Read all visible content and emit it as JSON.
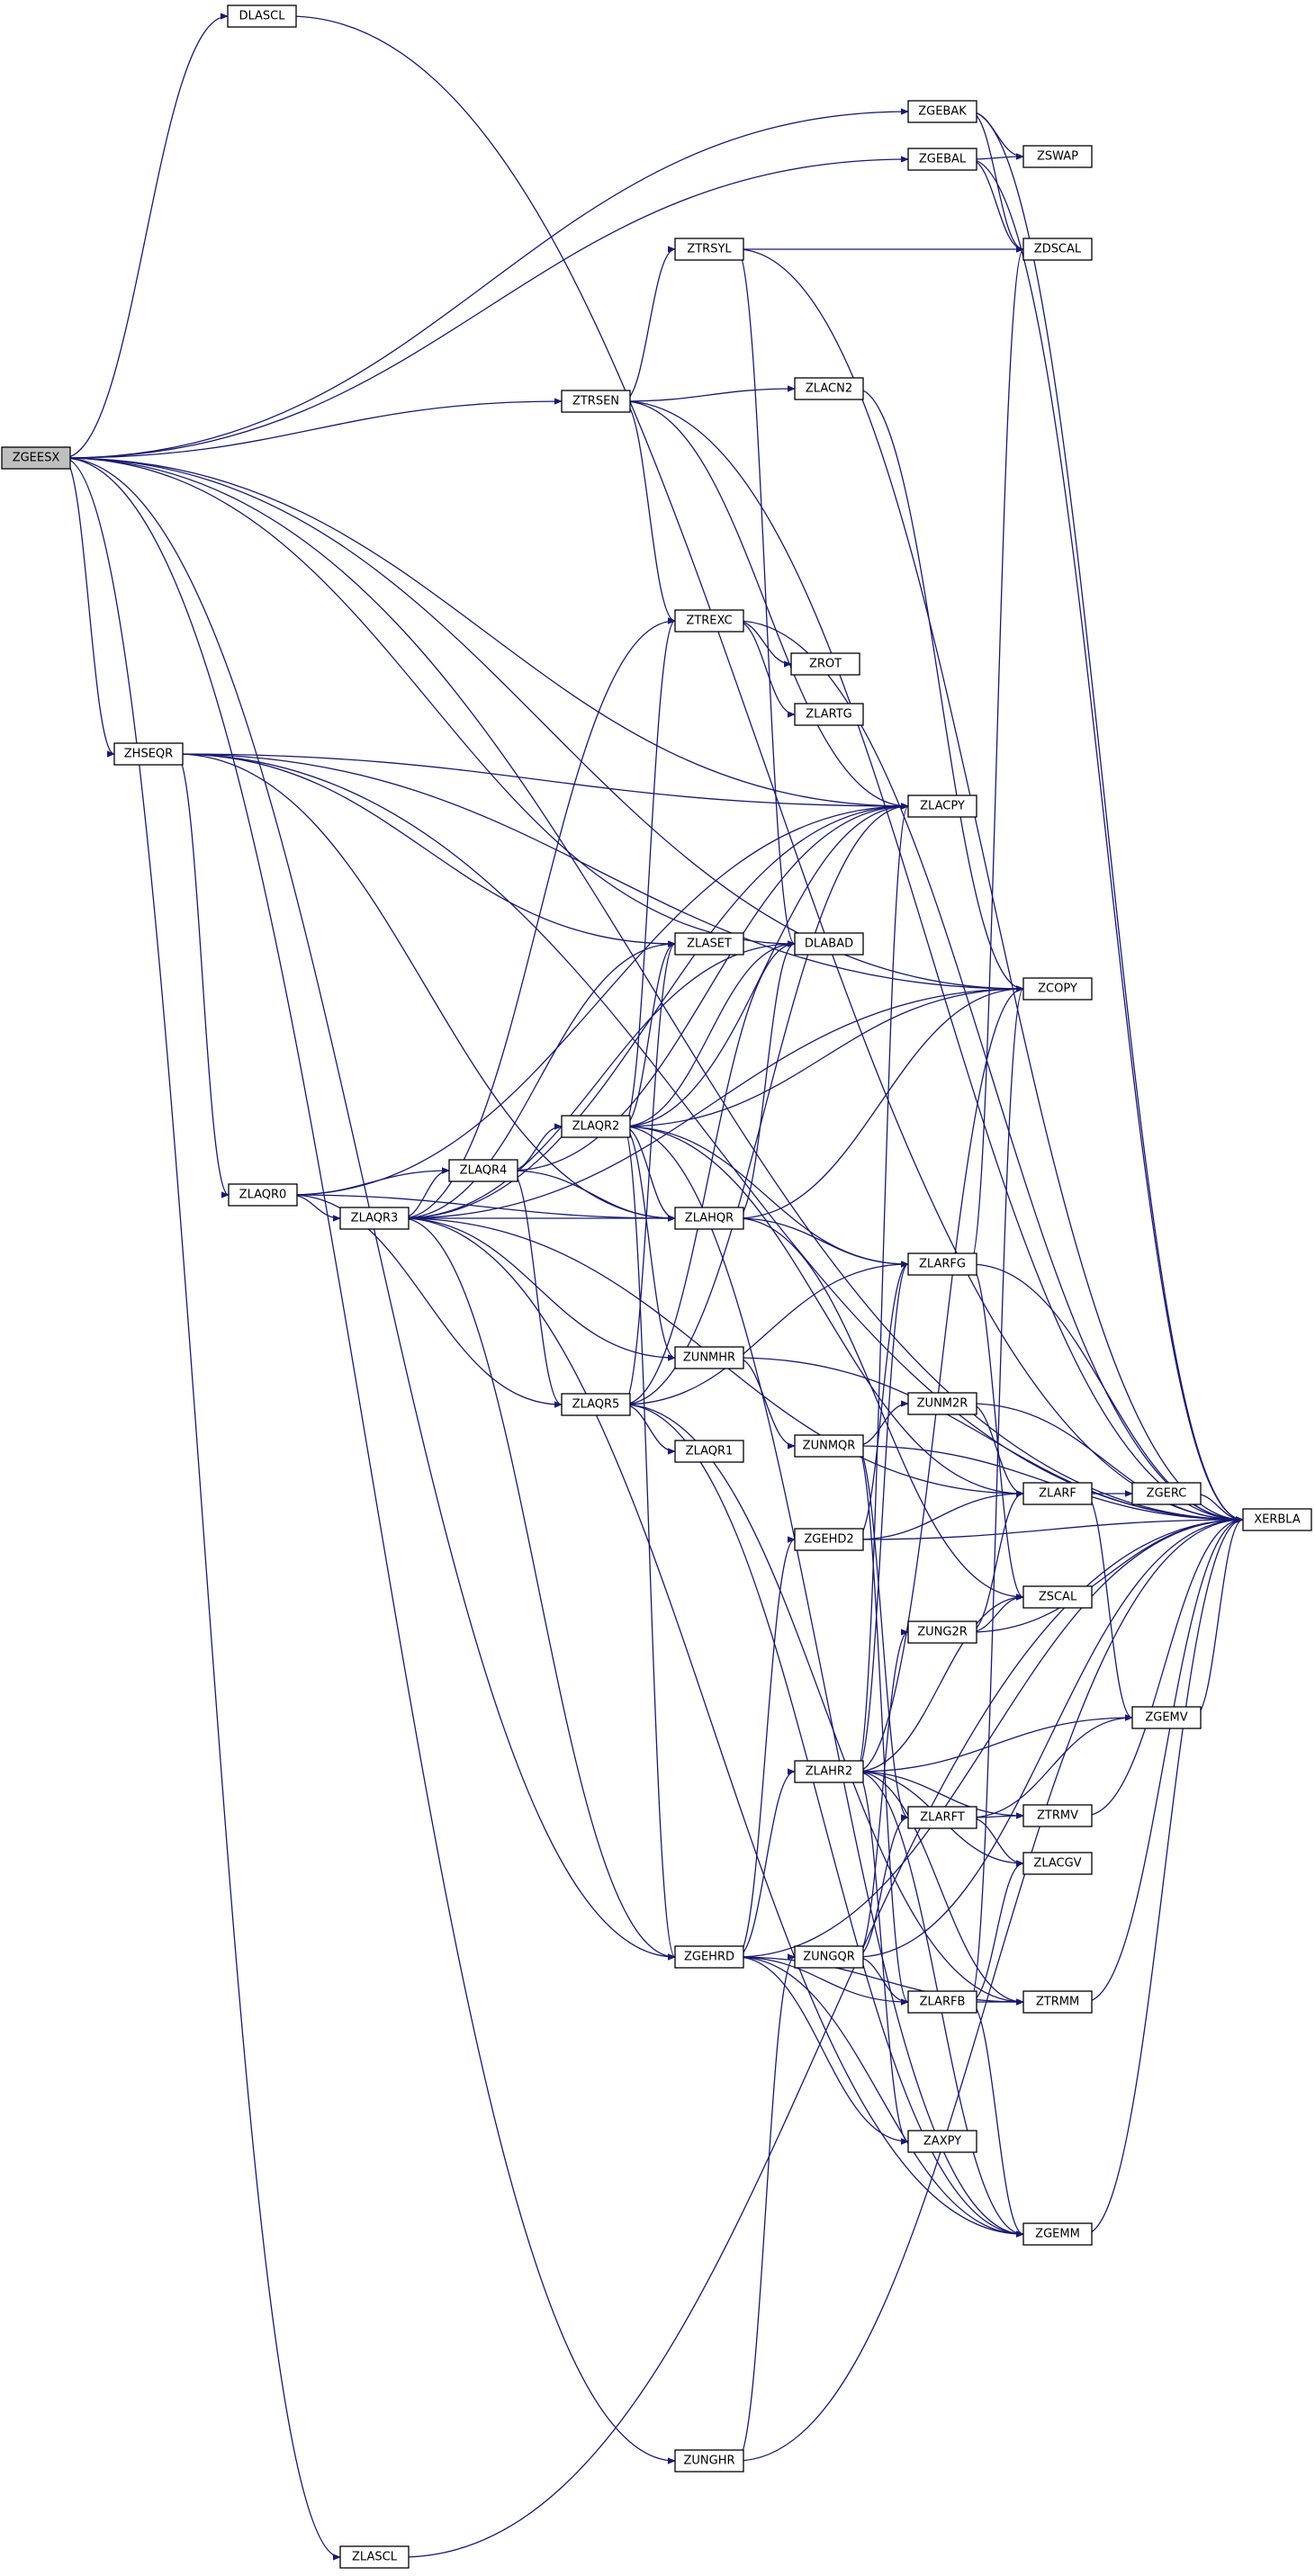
{
  "diagram": {
    "nodes": [
      {
        "id": "ZGEESX",
        "label": "ZGEESX",
        "root": true
      },
      {
        "id": "DLASCL",
        "label": "DLASCL"
      },
      {
        "id": "XERBLA",
        "label": "XERBLA"
      },
      {
        "id": "ZGEBAK",
        "label": "ZGEBAK"
      },
      {
        "id": "ZGEBAL",
        "label": "ZGEBAL"
      },
      {
        "id": "ZSWAP",
        "label": "ZSWAP"
      },
      {
        "id": "ZDSCAL",
        "label": "ZDSCAL"
      },
      {
        "id": "ZTRSYL",
        "label": "ZTRSYL"
      },
      {
        "id": "ZTRSEN",
        "label": "ZTRSEN"
      },
      {
        "id": "ZLACN2",
        "label": "ZLACN2"
      },
      {
        "id": "ZTREXC",
        "label": "ZTREXC"
      },
      {
        "id": "ZROT",
        "label": "ZROT"
      },
      {
        "id": "ZLARTG",
        "label": "ZLARTG"
      },
      {
        "id": "ZHSEQR",
        "label": "ZHSEQR"
      },
      {
        "id": "ZLACPY",
        "label": "ZLACPY"
      },
      {
        "id": "ZLASET",
        "label": "ZLASET"
      },
      {
        "id": "DLABAD",
        "label": "DLABAD"
      },
      {
        "id": "ZCOPY",
        "label": "ZCOPY"
      },
      {
        "id": "ZLAQR2",
        "label": "ZLAQR2"
      },
      {
        "id": "ZLAQR4",
        "label": "ZLAQR4"
      },
      {
        "id": "ZLAQR0",
        "label": "ZLAQR0"
      },
      {
        "id": "ZLAQR3",
        "label": "ZLAQR3"
      },
      {
        "id": "ZLAHQR",
        "label": "ZLAHQR"
      },
      {
        "id": "ZLARFG",
        "label": "ZLARFG"
      },
      {
        "id": "ZUNMHR",
        "label": "ZUNMHR"
      },
      {
        "id": "ZLAQR5",
        "label": "ZLAQR5"
      },
      {
        "id": "ZUNM2R",
        "label": "ZUNM2R"
      },
      {
        "id": "ZUNMQR",
        "label": "ZUNMQR"
      },
      {
        "id": "ZLAQR1",
        "label": "ZLAQR1"
      },
      {
        "id": "ZLARF",
        "label": "ZLARF"
      },
      {
        "id": "ZGERC",
        "label": "ZGERC"
      },
      {
        "id": "ZGEHD2",
        "label": "ZGEHD2"
      },
      {
        "id": "ZSCAL",
        "label": "ZSCAL"
      },
      {
        "id": "ZUNG2R",
        "label": "ZUNG2R"
      },
      {
        "id": "ZGEMV",
        "label": "ZGEMV"
      },
      {
        "id": "ZLAHR2",
        "label": "ZLAHR2"
      },
      {
        "id": "ZLARFT",
        "label": "ZLARFT"
      },
      {
        "id": "ZTRMV",
        "label": "ZTRMV"
      },
      {
        "id": "ZLACGV",
        "label": "ZLACGV"
      },
      {
        "id": "ZGEHRD",
        "label": "ZGEHRD"
      },
      {
        "id": "ZUNGQR",
        "label": "ZUNGQR"
      },
      {
        "id": "ZLARFB",
        "label": "ZLARFB"
      },
      {
        "id": "ZTRMM",
        "label": "ZTRMM"
      },
      {
        "id": "ZAXPY",
        "label": "ZAXPY"
      },
      {
        "id": "ZGEMM",
        "label": "ZGEMM"
      },
      {
        "id": "ZUNGHR",
        "label": "ZUNGHR"
      },
      {
        "id": "ZLASCL",
        "label": "ZLASCL"
      }
    ],
    "edges": [
      [
        "ZGEESX",
        "DLASCL"
      ],
      [
        "ZGEESX",
        "XERBLA"
      ],
      [
        "ZGEESX",
        "ZGEBAK"
      ],
      [
        "ZGEESX",
        "ZGEBAL"
      ],
      [
        "ZGEESX",
        "ZCOPY"
      ],
      [
        "ZGEESX",
        "ZTRSEN"
      ],
      [
        "ZGEESX",
        "ZLACPY"
      ],
      [
        "ZGEESX",
        "DLABAD"
      ],
      [
        "ZGEESX",
        "ZHSEQR"
      ],
      [
        "ZGEESX",
        "ZGEHRD"
      ],
      [
        "ZGEESX",
        "ZUNGHR"
      ],
      [
        "ZGEESX",
        "ZLASCL"
      ],
      [
        "DLASCL",
        "XERBLA"
      ],
      [
        "ZGEBAK",
        "ZSWAP"
      ],
      [
        "ZGEBAK",
        "ZDSCAL"
      ],
      [
        "ZGEBAK",
        "XERBLA"
      ],
      [
        "ZGEBAL",
        "ZSWAP"
      ],
      [
        "ZGEBAL",
        "ZDSCAL"
      ],
      [
        "ZGEBAL",
        "XERBLA"
      ],
      [
        "ZTRSYL",
        "ZDSCAL"
      ],
      [
        "ZTRSYL",
        "XERBLA"
      ],
      [
        "ZTRSYL",
        "DLABAD"
      ],
      [
        "ZTRSEN",
        "ZTRSYL"
      ],
      [
        "ZTRSEN",
        "ZLACN2"
      ],
      [
        "ZTRSEN",
        "XERBLA"
      ],
      [
        "ZTRSEN",
        "ZLACPY"
      ],
      [
        "ZTRSEN",
        "ZTREXC"
      ],
      [
        "ZLACN2",
        "ZCOPY"
      ],
      [
        "ZTREXC",
        "ZROT"
      ],
      [
        "ZTREXC",
        "ZLARTG"
      ],
      [
        "ZTREXC",
        "XERBLA"
      ],
      [
        "ZHSEQR",
        "ZLACPY"
      ],
      [
        "ZHSEQR",
        "ZCOPY"
      ],
      [
        "ZHSEQR",
        "ZLASET"
      ],
      [
        "ZHSEQR",
        "ZLAQR0"
      ],
      [
        "ZHSEQR",
        "ZLAHQR"
      ],
      [
        "ZHSEQR",
        "XERBLA"
      ],
      [
        "ZLAQR0",
        "ZLAQR4"
      ],
      [
        "ZLAQR0",
        "ZLAQR3"
      ],
      [
        "ZLAQR0",
        "ZLAHQR"
      ],
      [
        "ZLAQR0",
        "ZLACPY"
      ],
      [
        "ZLAQR0",
        "ZLAQR5"
      ],
      [
        "ZLAQR3",
        "ZLAQR4"
      ],
      [
        "ZLAQR3",
        "ZLAHQR"
      ],
      [
        "ZLAQR3",
        "ZTREXC"
      ],
      [
        "ZLAQR3",
        "ZLACPY"
      ],
      [
        "ZLAQR3",
        "ZLASET"
      ],
      [
        "ZLAQR3",
        "DLABAD"
      ],
      [
        "ZLAQR3",
        "ZCOPY"
      ],
      [
        "ZLAQR3",
        "ZUNMHR"
      ],
      [
        "ZLAQR3",
        "ZLARF"
      ],
      [
        "ZLAQR3",
        "ZGEHRD"
      ],
      [
        "ZLAQR3",
        "ZGEMM"
      ],
      [
        "ZLAQR4",
        "ZLAQR2"
      ],
      [
        "ZLAQR4",
        "ZLAHQR"
      ],
      [
        "ZLAQR4",
        "ZLAQR5"
      ],
      [
        "ZLAQR4",
        "ZLACPY"
      ],
      [
        "ZLAQR2",
        "ZTREXC"
      ],
      [
        "ZLAQR2",
        "ZLASET"
      ],
      [
        "ZLAQR2",
        "DLABAD"
      ],
      [
        "ZLAQR2",
        "ZCOPY"
      ],
      [
        "ZLAQR2",
        "ZLACPY"
      ],
      [
        "ZLAQR2",
        "ZLAHQR"
      ],
      [
        "ZLAQR2",
        "ZLARFG"
      ],
      [
        "ZLAQR2",
        "ZUNMHR"
      ],
      [
        "ZLAQR2",
        "ZLARF"
      ],
      [
        "ZLAQR2",
        "ZGEHRD"
      ],
      [
        "ZLAQR2",
        "ZGEMM"
      ],
      [
        "ZLAHQR",
        "DLABAD"
      ],
      [
        "ZLAHQR",
        "ZCOPY"
      ],
      [
        "ZLAHQR",
        "ZLARFG"
      ],
      [
        "ZLAHQR",
        "ZSCAL"
      ],
      [
        "ZLAQR5",
        "ZLAQR1"
      ],
      [
        "ZLAQR5",
        "ZLARFG"
      ],
      [
        "ZLAQR5",
        "ZLASET"
      ],
      [
        "ZLAQR5",
        "DLABAD"
      ],
      [
        "ZLAQR5",
        "ZLACPY"
      ],
      [
        "ZLAQR5",
        "ZGEMM"
      ],
      [
        "ZLAQR5",
        "ZTRMM"
      ],
      [
        "ZUNMHR",
        "ZUNMQR"
      ],
      [
        "ZUNMHR",
        "XERBLA"
      ],
      [
        "ZUNMQR",
        "ZUNM2R"
      ],
      [
        "ZUNMQR",
        "ZLARFT"
      ],
      [
        "ZUNMQR",
        "ZLARFB"
      ],
      [
        "ZUNMQR",
        "XERBLA"
      ],
      [
        "ZUNM2R",
        "ZLARF"
      ],
      [
        "ZUNM2R",
        "XERBLA"
      ],
      [
        "ZLARFG",
        "ZDSCAL"
      ],
      [
        "ZLARFG",
        "ZSCAL"
      ],
      [
        "ZLARFG",
        "XERBLA"
      ],
      [
        "ZLARF",
        "ZGERC"
      ],
      [
        "ZLARF",
        "ZGEMV"
      ],
      [
        "ZGERC",
        "XERBLA"
      ],
      [
        "ZGEHD2",
        "ZLARF"
      ],
      [
        "ZGEHD2",
        "ZLARFG"
      ],
      [
        "ZGEHD2",
        "XERBLA"
      ],
      [
        "ZUNG2R",
        "ZLARF"
      ],
      [
        "ZUNG2R",
        "ZSCAL"
      ],
      [
        "ZUNG2R",
        "XERBLA"
      ],
      [
        "ZGEMV",
        "XERBLA"
      ],
      [
        "ZLAHR2",
        "ZLARFG"
      ],
      [
        "ZLAHR2",
        "ZLACPY"
      ],
      [
        "ZLAHR2",
        "ZGEMV"
      ],
      [
        "ZLAHR2",
        "ZTRMV"
      ],
      [
        "ZLAHR2",
        "ZLACGV"
      ],
      [
        "ZLAHR2",
        "ZSCAL"
      ],
      [
        "ZLAHR2",
        "ZTRMM"
      ],
      [
        "ZLAHR2",
        "ZAXPY"
      ],
      [
        "ZLAHR2",
        "ZGEMM"
      ],
      [
        "ZLAHR2",
        "ZCOPY"
      ],
      [
        "ZLARFT",
        "ZGEMV"
      ],
      [
        "ZLARFT",
        "ZTRMV"
      ],
      [
        "ZLARFT",
        "ZLACGV"
      ],
      [
        "ZTRMV",
        "XERBLA"
      ],
      [
        "ZGEHRD",
        "ZGEHD2"
      ],
      [
        "ZGEHRD",
        "ZLAHR2"
      ],
      [
        "ZGEHRD",
        "ZLARFB"
      ],
      [
        "ZGEHRD",
        "ZTRMM"
      ],
      [
        "ZGEHRD",
        "ZAXPY"
      ],
      [
        "ZGEHRD",
        "ZGEMM"
      ],
      [
        "ZGEHRD",
        "XERBLA"
      ],
      [
        "ZUNGQR",
        "ZUNG2R"
      ],
      [
        "ZUNGQR",
        "ZLARFT"
      ],
      [
        "ZUNGQR",
        "ZLARFB"
      ],
      [
        "ZUNGQR",
        "XERBLA"
      ],
      [
        "ZLARFB",
        "ZCOPY"
      ],
      [
        "ZLARFB",
        "ZTRMM"
      ],
      [
        "ZLARFB",
        "ZLACGV"
      ],
      [
        "ZLARFB",
        "ZGEMM"
      ],
      [
        "ZTRMM",
        "XERBLA"
      ],
      [
        "ZGEMM",
        "XERBLA"
      ],
      [
        "ZUNGHR",
        "ZUNGQR"
      ],
      [
        "ZUNGHR",
        "XERBLA"
      ],
      [
        "ZLASCL",
        "XERBLA"
      ]
    ]
  }
}
